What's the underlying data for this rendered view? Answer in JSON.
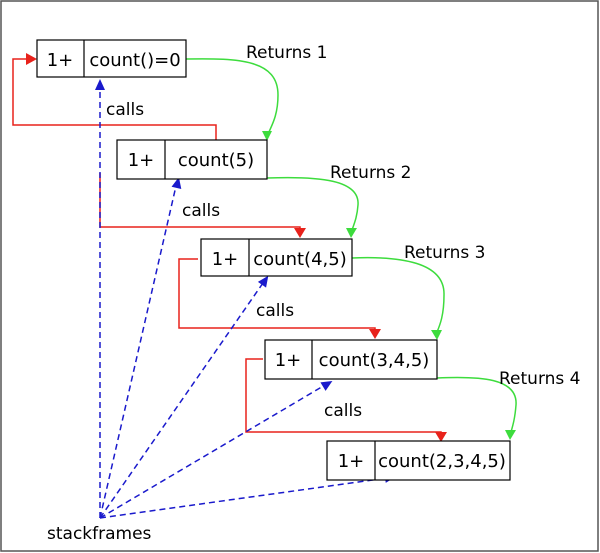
{
  "colors": {
    "call_arrow": "#e8221b",
    "return_arrow": "#3ddc3d",
    "stackframe_arrow": "#1a1acc",
    "box_border": "#000000",
    "outer_border": "#555555"
  },
  "frames": [
    {
      "prefix": "1+",
      "call": "count()=0"
    },
    {
      "prefix": "1+",
      "call": "count(5)"
    },
    {
      "prefix": "1+",
      "call": "count(4,5)"
    },
    {
      "prefix": "1+",
      "call": "count(3,4,5)"
    },
    {
      "prefix": "1+",
      "call": "count(2,3,4,5)"
    }
  ],
  "returns": [
    "Returns 1",
    "Returns 2",
    "Returns 3",
    "Returns 4"
  ],
  "calls": [
    "calls",
    "calls",
    "calls",
    "calls"
  ],
  "stackframes_label": "stackframes"
}
